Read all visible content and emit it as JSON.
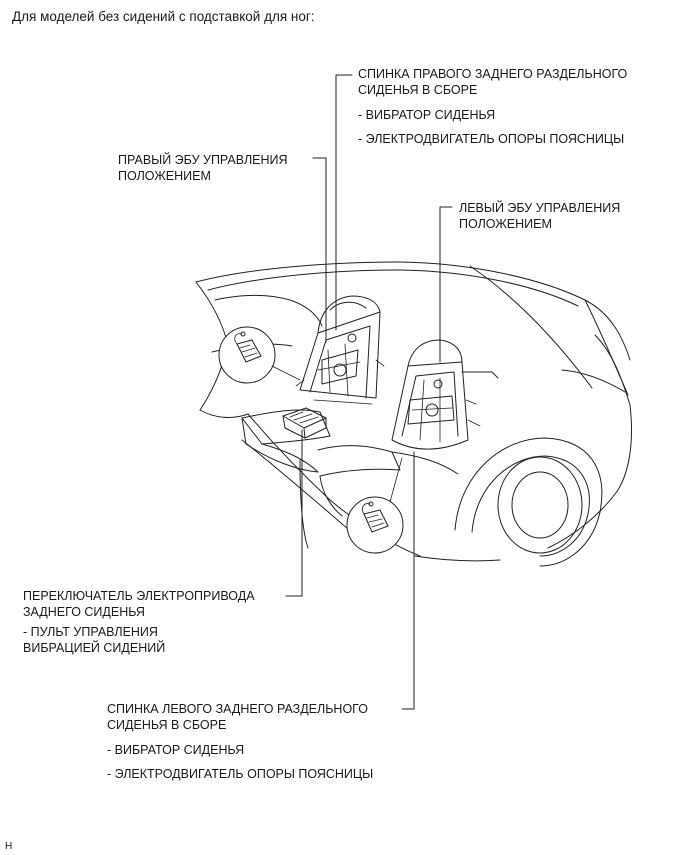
{
  "heading": "Для моделей без сидений с подставкой для ног:",
  "labels": {
    "right_seatback": {
      "line1": "СПИНКА ПРАВОГО ЗАДНЕГО РАЗДЕЛЬНОГО",
      "line2": "СИДЕНЬЯ В СБОРЕ",
      "sub1": "- ВИБРАТОР СИДЕНЬЯ",
      "sub2": "- ЭЛЕКТРОДВИГАТЕЛЬ ОПОРЫ ПОЯСНИЦЫ"
    },
    "right_ecu": {
      "line1": "ПРАВЫЙ ЭБУ УПРАВЛЕНИЯ",
      "line2": "ПОЛОЖЕНИЕМ"
    },
    "left_ecu": {
      "line1": "ЛЕВЫЙ ЭБУ УПРАВЛЕНИЯ",
      "line2": "ПОЛОЖЕНИЕМ"
    },
    "switch": {
      "line1": "ПЕРЕКЛЮЧАТЕЛЬ ЭЛЕКТРОПРИВОДА",
      "line2": "ЗАДНЕГО СИДЕНЬЯ",
      "sub1": "- ПУЛЬТ УПРАВЛЕНИЯ",
      "sub2": "ВИБРАЦИЕЙ СИДЕНИЙ"
    },
    "left_seatback": {
      "line1": "СПИНКА ЛЕВОГО ЗАДНЕГО РАЗДЕЛЬНОГО",
      "line2": "СИДЕНЬЯ В СБОРЕ",
      "sub1": "- ВИБРАТОР СИДЕНЬЯ",
      "sub2": "- ЭЛЕКТРОДВИГАТЕЛЬ ОПОРЫ ПОЯСНИЦЫ"
    }
  },
  "footer": "H"
}
